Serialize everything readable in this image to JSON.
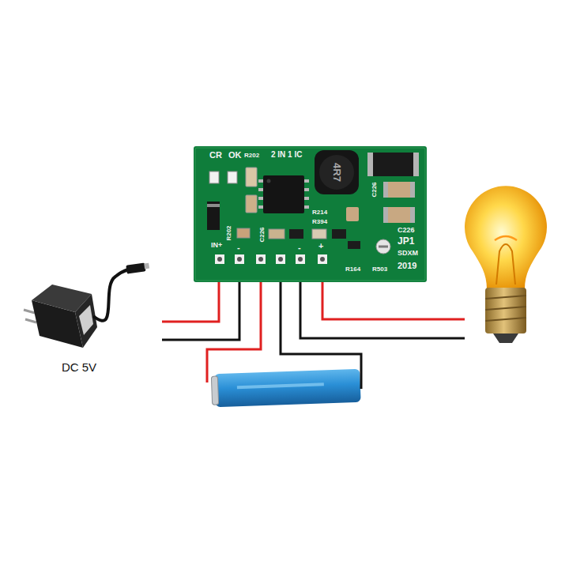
{
  "diagram": {
    "nodes": [
      {
        "text": [
          "CR",
          "OK",
          "R202",
          "2 IN 1 IC",
          "4R7",
          "C226",
          "R214",
          "R394",
          "C226",
          "JP1",
          "SDXM",
          "2019",
          "R202",
          "C226",
          "IN+",
          "-",
          "-",
          "+",
          "R164",
          "R503"
        ]
      },
      {
        "text": [
          "DC 5V"
        ]
      }
    ],
    "edges": [
      {
        "from": 1,
        "to": 0,
        "arrow": "none"
      },
      {
        "from": 1,
        "to": 0,
        "arrow": "none"
      }
    ]
  }
}
